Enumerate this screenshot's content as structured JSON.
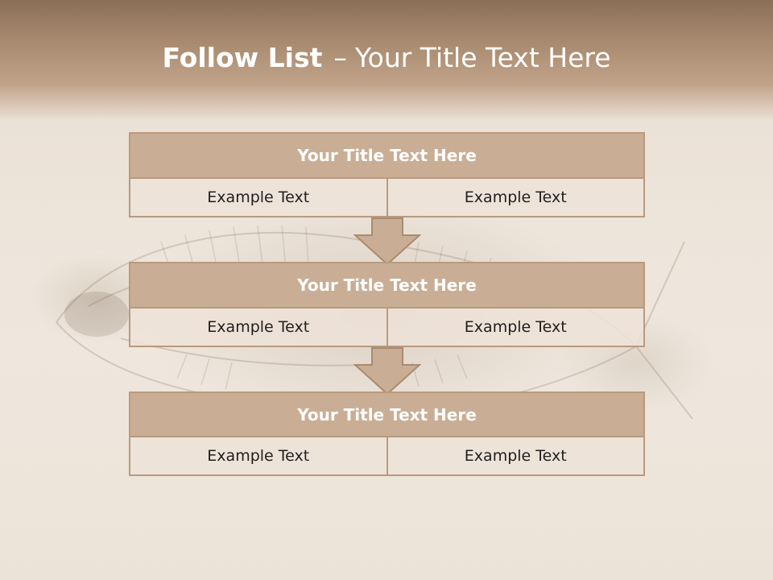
{
  "slide": {
    "title_strong": "Follow List",
    "title_sep": "–",
    "title_rest": "Your Title Text Here"
  },
  "blocks": [
    {
      "title": "Your Title Text Here",
      "left": "Example Text",
      "right": "Example Text"
    },
    {
      "title": "Your Title Text Here",
      "left": "Example Text",
      "right": "Example Text"
    },
    {
      "title": "Your Title Text Here",
      "left": "Example Text",
      "right": "Example Text"
    }
  ],
  "colors": {
    "header": "#a88a6f",
    "block_title_fill": "#c9ae95",
    "border": "#b99a7e",
    "cell_fill": "#eee2d8",
    "title_text": "#ffffff"
  },
  "icons": [
    "down-arrow-icon"
  ]
}
